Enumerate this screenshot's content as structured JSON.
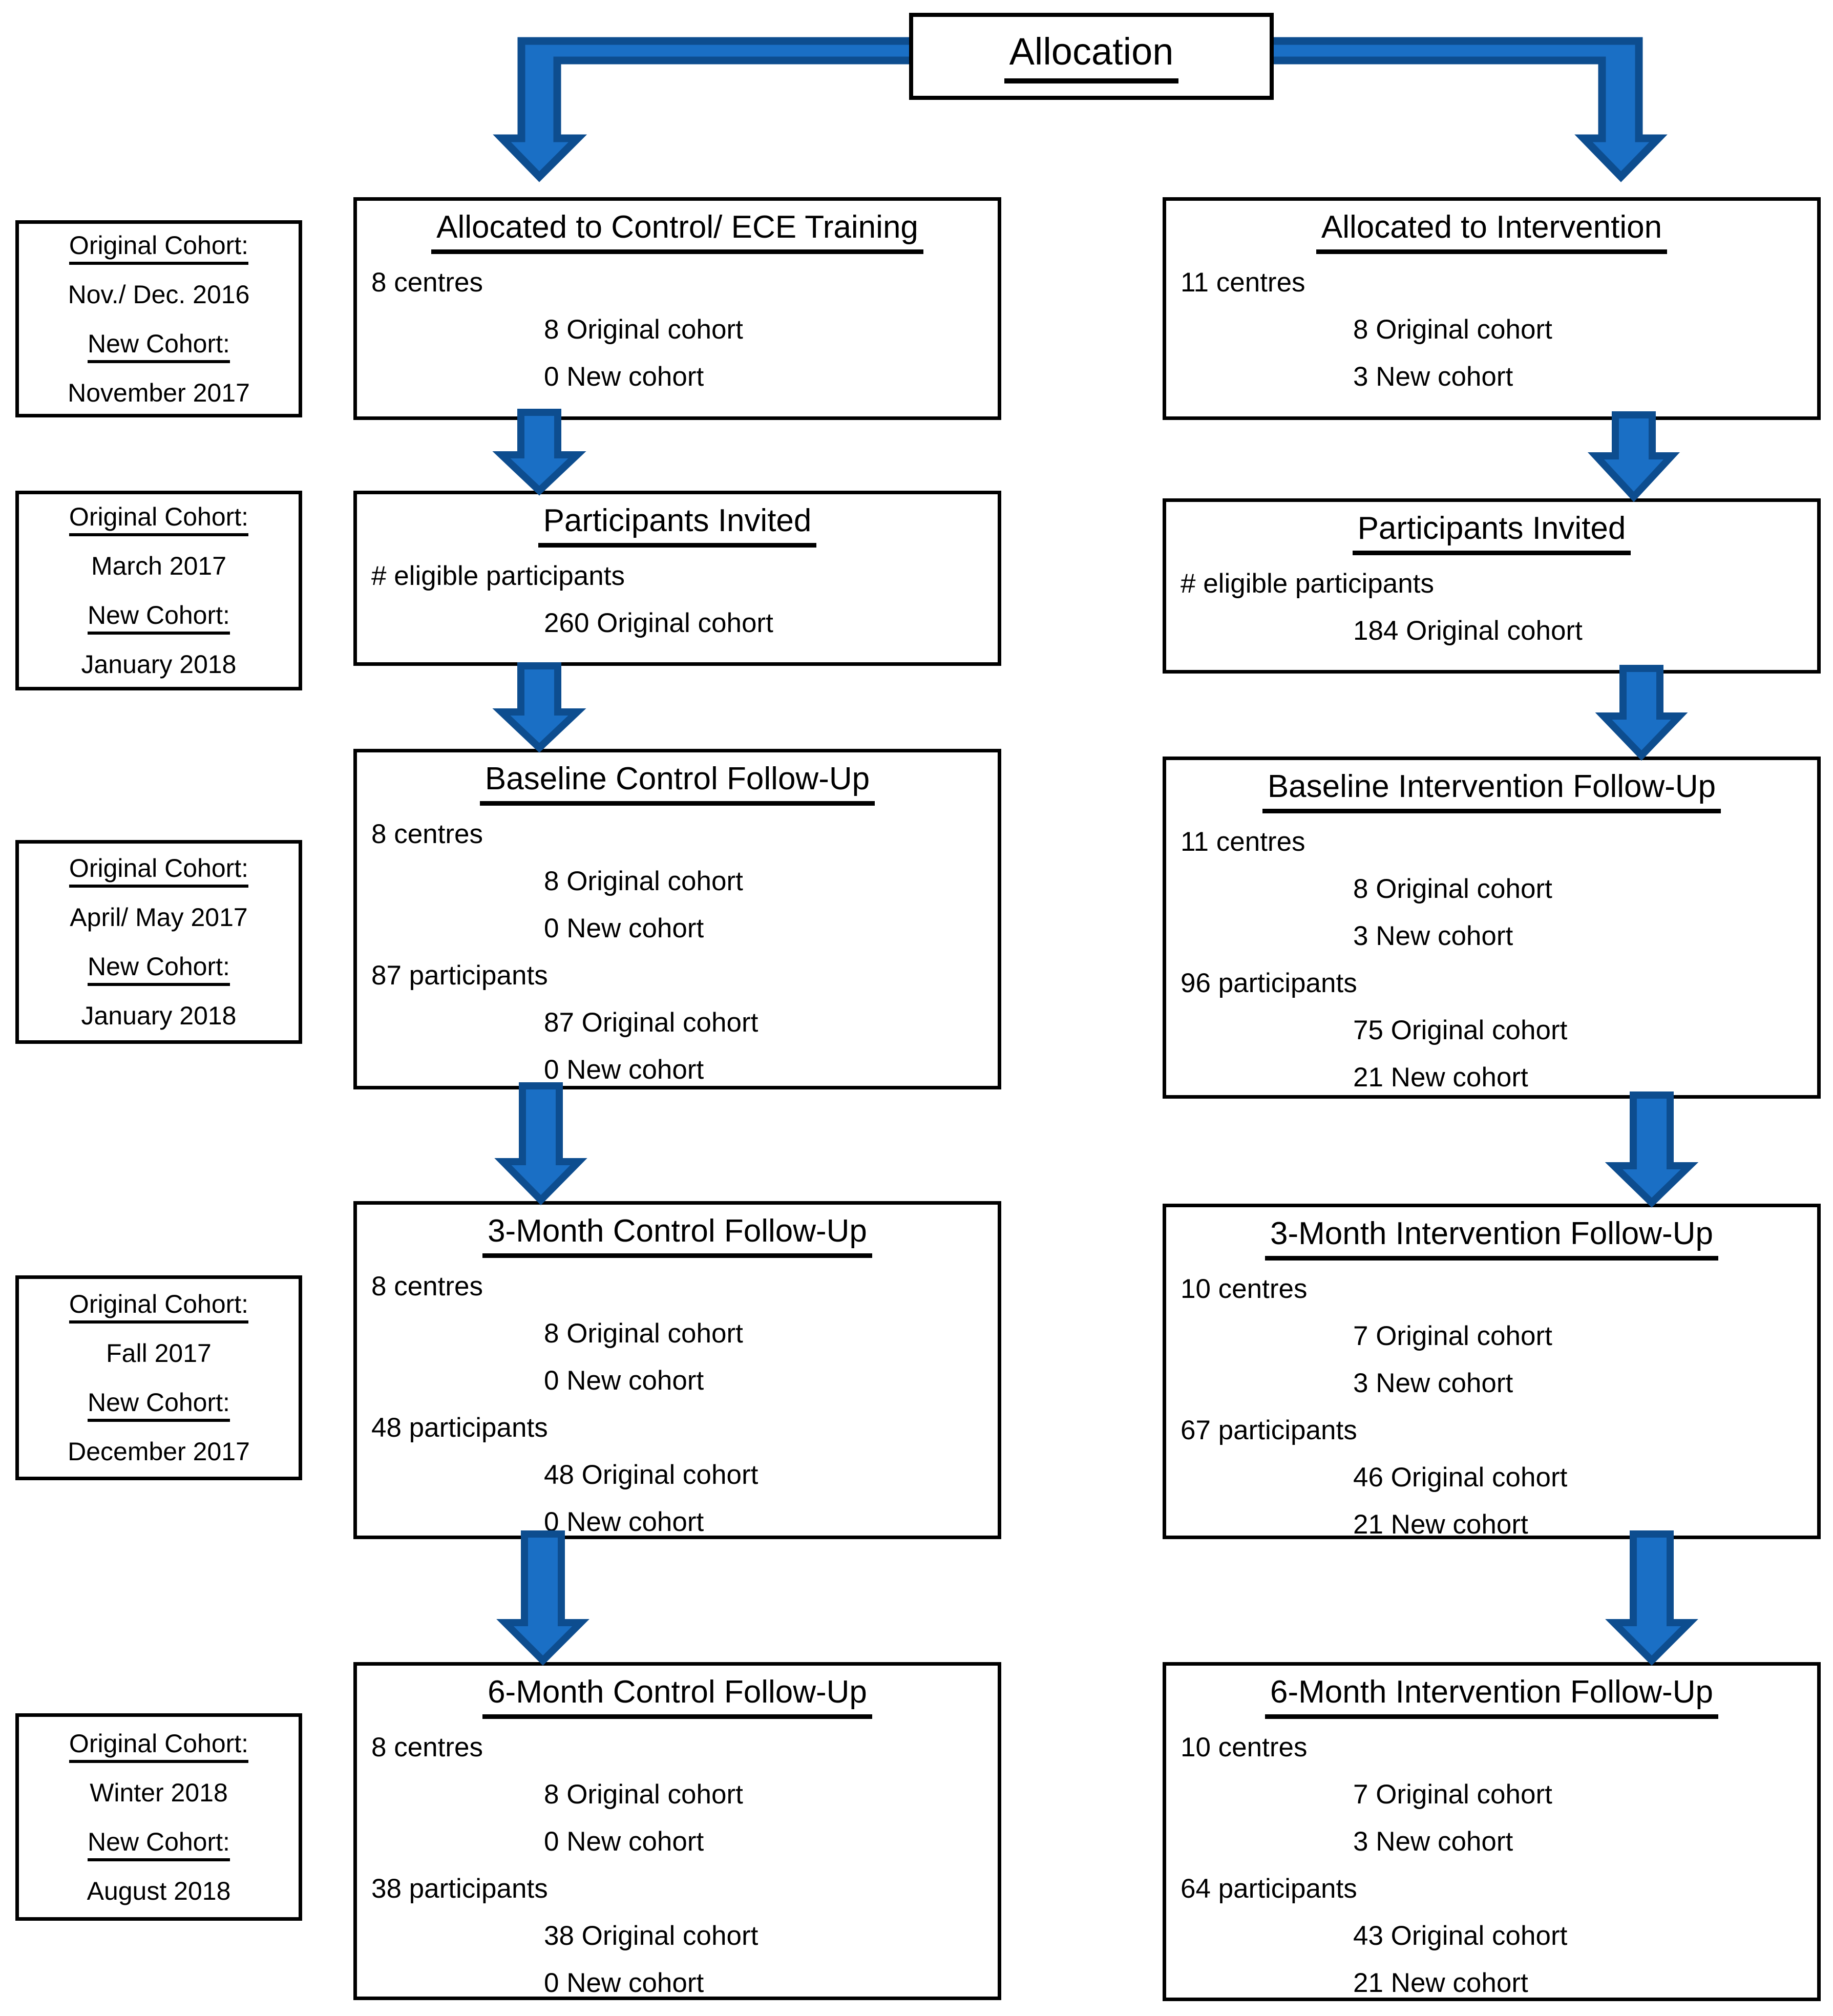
{
  "allocation": {
    "label": "Allocation"
  },
  "colors": {
    "arrow_fill": "#1A6FC5",
    "arrow_stroke": "#0D4D8F",
    "box_border": "#000000",
    "background": "#FFFFFF",
    "text": "#000000"
  },
  "date_boxes": [
    {
      "lines": [
        {
          "text": "Original Cohort:",
          "underline": true
        },
        {
          "text": "Nov./ Dec. 2016",
          "underline": false
        },
        {
          "text": "New Cohort:",
          "underline": true
        },
        {
          "text": "November 2017",
          "underline": false
        }
      ]
    },
    {
      "lines": [
        {
          "text": "Original Cohort:",
          "underline": true
        },
        {
          "text": "March 2017",
          "underline": false
        },
        {
          "text": "New Cohort:",
          "underline": true
        },
        {
          "text": "January 2018",
          "underline": false
        }
      ]
    },
    {
      "lines": [
        {
          "text": "Original Cohort:",
          "underline": true
        },
        {
          "text": "April/ May 2017",
          "underline": false
        },
        {
          "text": "New Cohort:",
          "underline": true
        },
        {
          "text": "January 2018",
          "underline": false
        }
      ]
    },
    {
      "lines": [
        {
          "text": "Original Cohort:",
          "underline": true
        },
        {
          "text": "Fall 2017",
          "underline": false
        },
        {
          "text": "New Cohort:",
          "underline": true
        },
        {
          "text": "December 2017",
          "underline": false
        }
      ]
    },
    {
      "lines": [
        {
          "text": "Original Cohort:",
          "underline": true
        },
        {
          "text": "Winter 2018",
          "underline": false
        },
        {
          "text": "New Cohort:",
          "underline": true
        },
        {
          "text": "August 2018",
          "underline": false
        }
      ]
    }
  ],
  "control_column": [
    {
      "title": "Allocated to Control/ ECE Training",
      "lines": [
        {
          "text": "8 centres",
          "indent": 0
        },
        {
          "text": "8 Original cohort",
          "indent": 1
        },
        {
          "text": "0 New cohort",
          "indent": 1
        }
      ]
    },
    {
      "title": "Participants Invited",
      "lines": [
        {
          "text": "# eligible participants",
          "indent": 0
        },
        {
          "text": "260 Original cohort",
          "indent": 1
        }
      ]
    },
    {
      "title": "Baseline Control Follow-Up",
      "lines": [
        {
          "text": "8 centres",
          "indent": 0
        },
        {
          "text": "8 Original cohort",
          "indent": 1
        },
        {
          "text": "0 New cohort",
          "indent": 1
        },
        {
          "text": "87 participants",
          "indent": 0
        },
        {
          "text": "87 Original cohort",
          "indent": 1
        },
        {
          "text": "0 New cohort",
          "indent": 1
        }
      ]
    },
    {
      "title": "3-Month Control Follow-Up",
      "lines": [
        {
          "text": "8 centres",
          "indent": 0
        },
        {
          "text": "8 Original cohort",
          "indent": 1
        },
        {
          "text": "0 New cohort",
          "indent": 1
        },
        {
          "text": "48 participants",
          "indent": 0
        },
        {
          "text": "48 Original cohort",
          "indent": 1
        },
        {
          "text": "0 New cohort",
          "indent": 1
        }
      ]
    },
    {
      "title": "6-Month Control Follow-Up",
      "lines": [
        {
          "text": "8 centres",
          "indent": 0
        },
        {
          "text": "8 Original cohort",
          "indent": 1
        },
        {
          "text": "0 New cohort",
          "indent": 1
        },
        {
          "text": "38 participants",
          "indent": 0
        },
        {
          "text": "38 Original cohort",
          "indent": 1
        },
        {
          "text": "0 New cohort",
          "indent": 1
        }
      ]
    }
  ],
  "intervention_column": [
    {
      "title": "Allocated to Intervention",
      "lines": [
        {
          "text": "11 centres",
          "indent": 0
        },
        {
          "text": "8 Original cohort",
          "indent": 1
        },
        {
          "text": "3 New cohort",
          "indent": 1
        }
      ]
    },
    {
      "title": "Participants Invited",
      "lines": [
        {
          "text": "# eligible participants",
          "indent": 0
        },
        {
          "text": "184 Original cohort",
          "indent": 1
        }
      ]
    },
    {
      "title": "Baseline Intervention Follow-Up",
      "lines": [
        {
          "text": "11 centres",
          "indent": 0
        },
        {
          "text": "8 Original cohort",
          "indent": 1
        },
        {
          "text": "3 New cohort",
          "indent": 1
        },
        {
          "text": "96 participants",
          "indent": 0
        },
        {
          "text": "75 Original cohort",
          "indent": 1
        },
        {
          "text": "21 New cohort",
          "indent": 1
        }
      ]
    },
    {
      "title": "3-Month Intervention Follow-Up",
      "lines": [
        {
          "text": "10 centres",
          "indent": 0
        },
        {
          "text": "7 Original cohort",
          "indent": 1
        },
        {
          "text": "3 New cohort",
          "indent": 1
        },
        {
          "text": "67 participants",
          "indent": 0
        },
        {
          "text": "46 Original cohort",
          "indent": 1
        },
        {
          "text": "21 New cohort",
          "indent": 1
        }
      ]
    },
    {
      "title": "6-Month Intervention Follow-Up",
      "lines": [
        {
          "text": "10 centres",
          "indent": 0
        },
        {
          "text": "7 Original cohort",
          "indent": 1
        },
        {
          "text": "3 New cohort",
          "indent": 1
        },
        {
          "text": "64 participants",
          "indent": 0
        },
        {
          "text": "43 Original cohort",
          "indent": 1
        },
        {
          "text": "21 New cohort",
          "indent": 1
        }
      ]
    }
  ]
}
